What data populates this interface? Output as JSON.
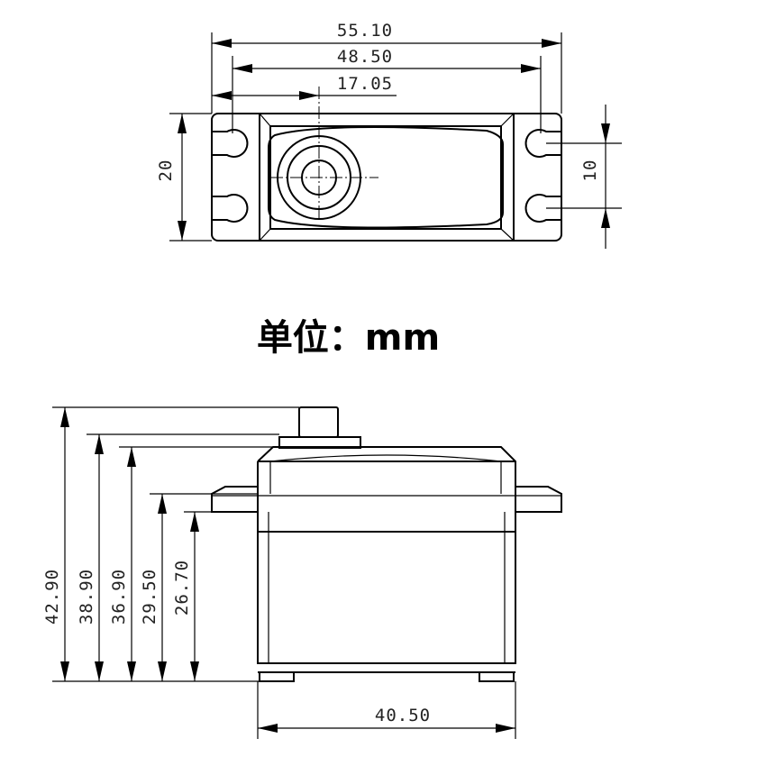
{
  "unit_label": "单位：mm",
  "top_view": {
    "overall_width": "55.10",
    "mount_hole_spacing": "48.50",
    "output_shaft_offset": "17.05",
    "body_width": "20",
    "hole_pitch": "10"
  },
  "side_view": {
    "height_total": "42.90",
    "height_to_spline_base": "38.90",
    "height_to_case_top": "36.90",
    "height_to_flange_top": "29.50",
    "height_to_flange_bottom": "26.70",
    "case_length": "40.50"
  }
}
